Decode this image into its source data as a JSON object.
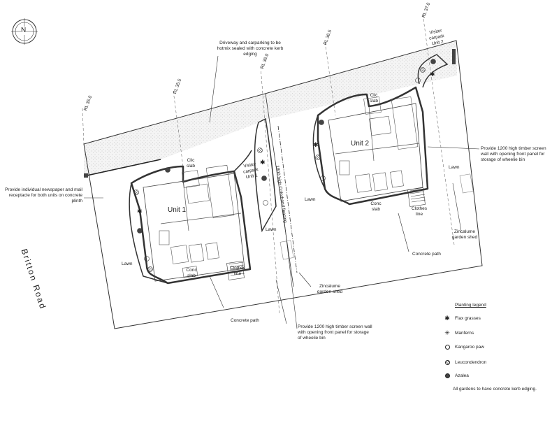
{
  "north": {
    "letter": "N"
  },
  "road": {
    "name": "Britton Road"
  },
  "levels": [
    "RL 35.0",
    "RL 35.5",
    "RL 36.0",
    "RL 36.5",
    "RL 37.0"
  ],
  "units": {
    "unit1": {
      "name": "Unit 1",
      "clothes_line": "Clothes line",
      "conc_slab": "Conc slab",
      "clic_slab": "Clic slab",
      "visitor_carpark": "Visitor carpark Unit 1"
    },
    "unit2": {
      "name": "Unit 2",
      "clothes_line": "Clothes line",
      "conc_slab": "Conc slab",
      "clic_slab": "Clic slab",
      "visitor_carpark": "Visitor carpark Unit 2"
    }
  },
  "labels": {
    "driveway": "Driveway and carparking to be hotmix sealed with concrete kerb edging",
    "mailbox": "Provide individual newspaper and mail receptacle for both units on concrete plinth",
    "lawn": "Lawn",
    "concrete_path": "Concrete path",
    "screen_wall": "Provide 1200 high timber screen wall with opening front panel for storage of wheelie bin",
    "garden_shed": "Zincalume garden shed",
    "fence": "1800 high Colorbond fencing"
  },
  "legend": {
    "title": "Planting legend",
    "items": [
      {
        "icon": "asterisk-icon",
        "label": "Flax grasses"
      },
      {
        "icon": "palm-icon",
        "label": "Manferns"
      },
      {
        "icon": "circle-outline-icon",
        "label": "Kangaroo paw"
      },
      {
        "icon": "circle-hatched-icon",
        "label": "Leucondendron"
      },
      {
        "icon": "circle-dark-icon",
        "label": "Azalea"
      }
    ],
    "note": "All gardens to have concrete kerb edging."
  },
  "colors": {
    "ink": "#222222",
    "shade": "#eeeeee"
  }
}
